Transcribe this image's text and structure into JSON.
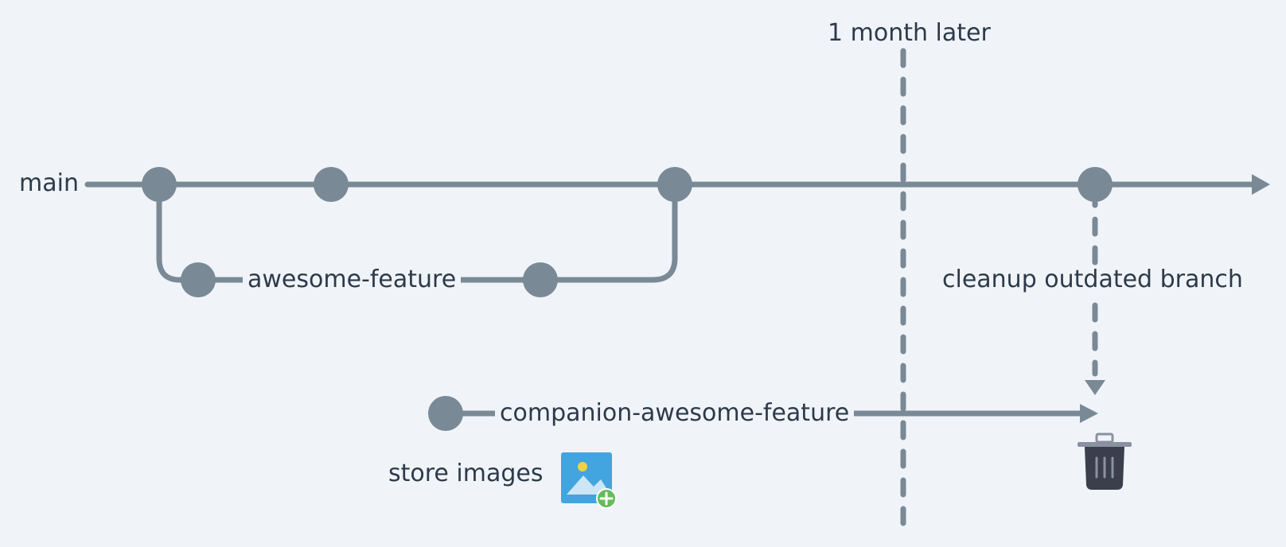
{
  "labels": {
    "main": "main",
    "feature_branch": "awesome-feature",
    "companion_branch": "companion-awesome-feature",
    "time_marker": "1 month later",
    "cleanup": "cleanup outdated branch",
    "store_images": "store images"
  },
  "icons": {
    "image_add": "image-add-icon",
    "trash": "trash-icon"
  },
  "colors": {
    "background": "#f0f4f8",
    "line": "#7a8996",
    "text": "#2d3a4a",
    "image_icon_blue": "#42a5df",
    "image_icon_sun": "#f5d142",
    "image_icon_plus": "#66bb5a",
    "trash": "#3b3f4c"
  }
}
